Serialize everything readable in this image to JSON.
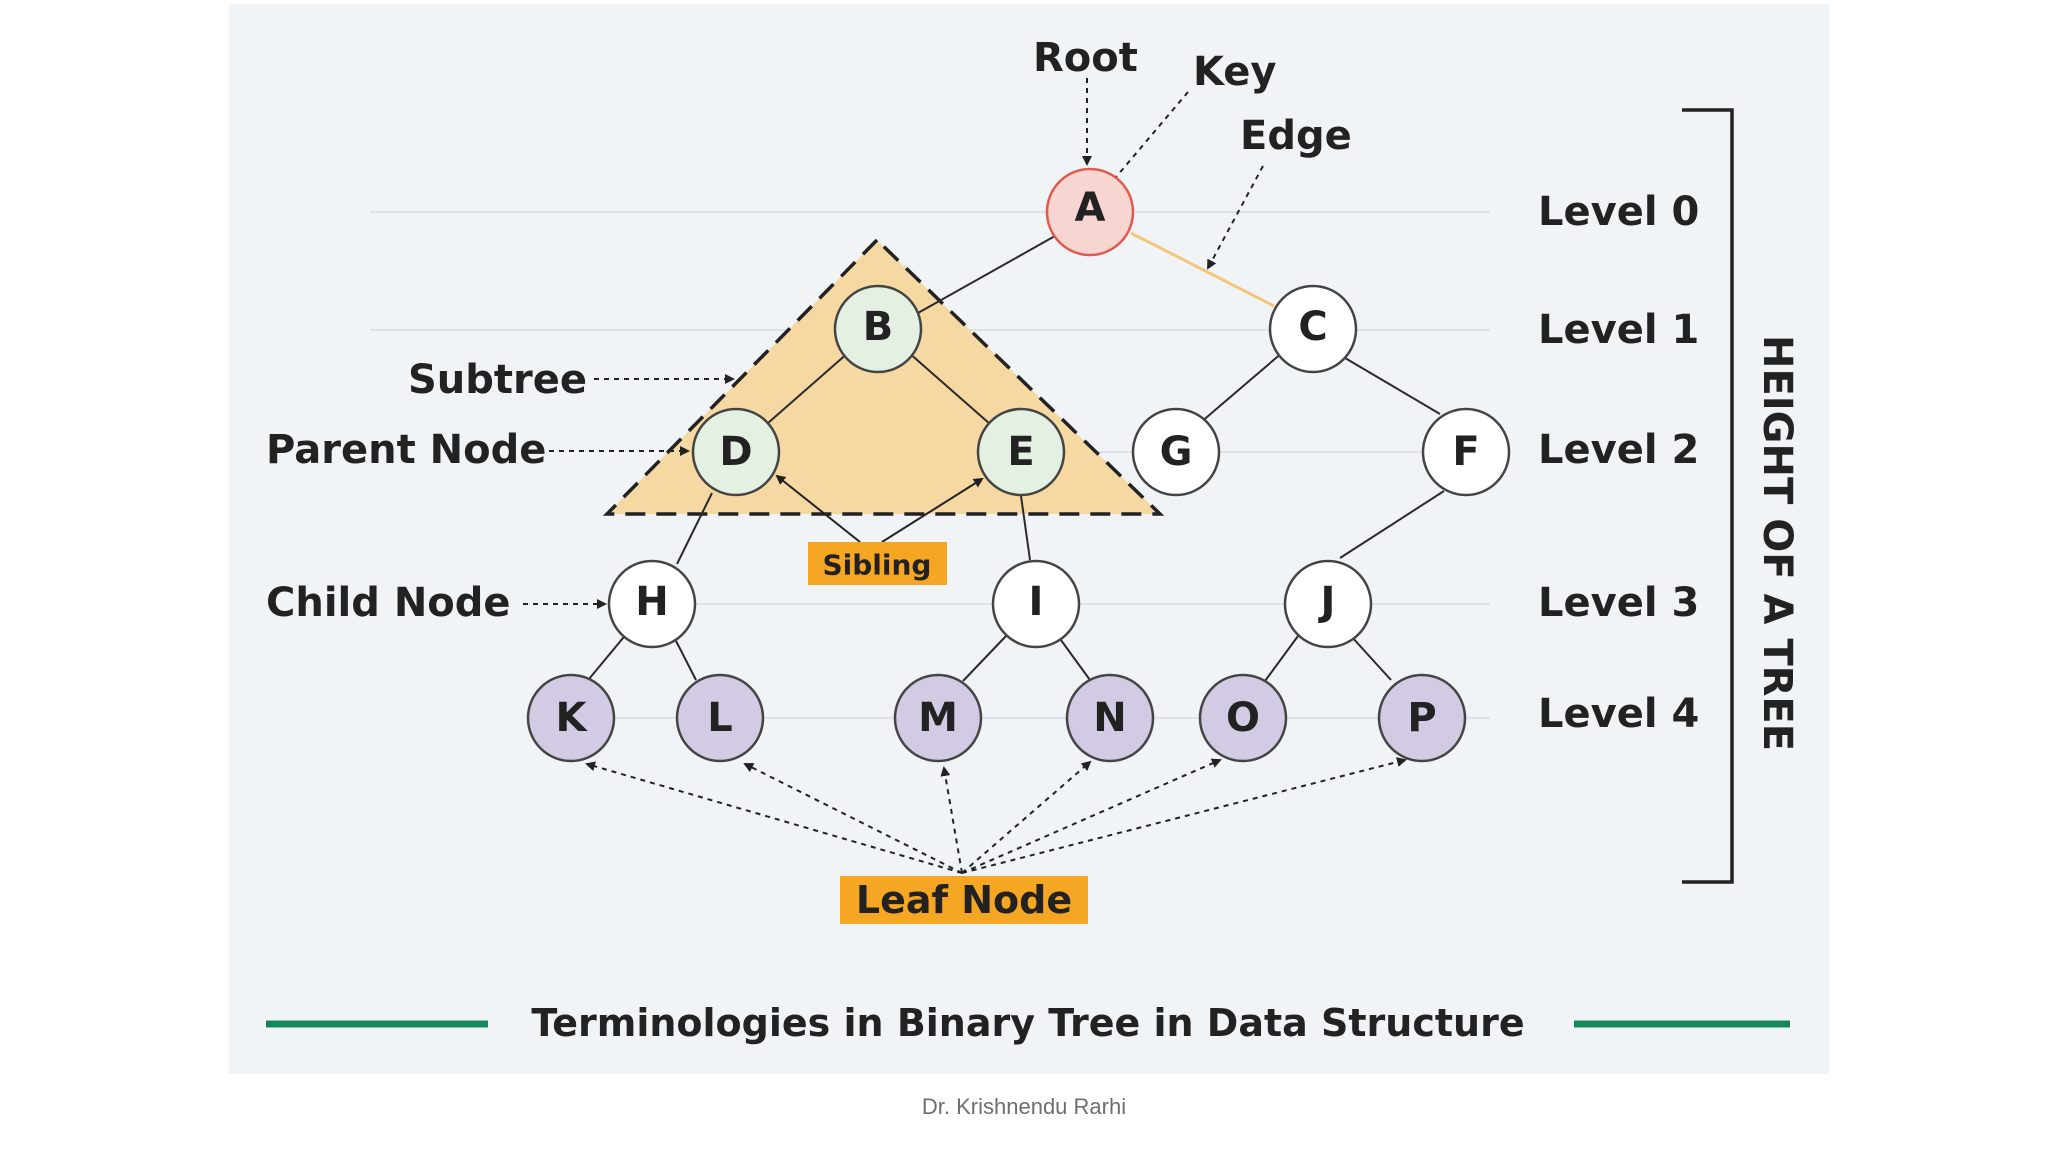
{
  "colors": {
    "background": "#f1f4f7",
    "root_fill": "#f7d6d2",
    "root_stroke": "#e05a4e",
    "internal_fill": "#e4f1e2",
    "plain_fill": "#ffffff",
    "leaf_fill": "#d3cbe3",
    "subtree_fill": "#f6d8a2",
    "badge_fill": "#f5a623",
    "title_rule": "#15875a",
    "edge_highlight": "#f5c67a"
  },
  "nodes": {
    "A": "A",
    "B": "B",
    "C": "C",
    "D": "D",
    "E": "E",
    "G": "G",
    "F": "F",
    "H": "H",
    "I": "I",
    "J": "J",
    "K": "K",
    "L": "L",
    "M": "M",
    "N": "N",
    "O": "O",
    "P": "P"
  },
  "labels": {
    "root": "Root",
    "key": "Key",
    "edge": "Edge",
    "subtree": "Subtree",
    "parent_node": "Parent Node",
    "child_node": "Child Node",
    "sibling": "Sibling",
    "leaf_node": "Leaf Node"
  },
  "levels": [
    "Level 0",
    "Level 1",
    "Level 2",
    "Level 3",
    "Level 4"
  ],
  "height_label": "HEIGHT OF A TREE",
  "title": "Terminologies in Binary Tree in Data Structure",
  "footer": "Dr. Krishnendu Rarhi"
}
